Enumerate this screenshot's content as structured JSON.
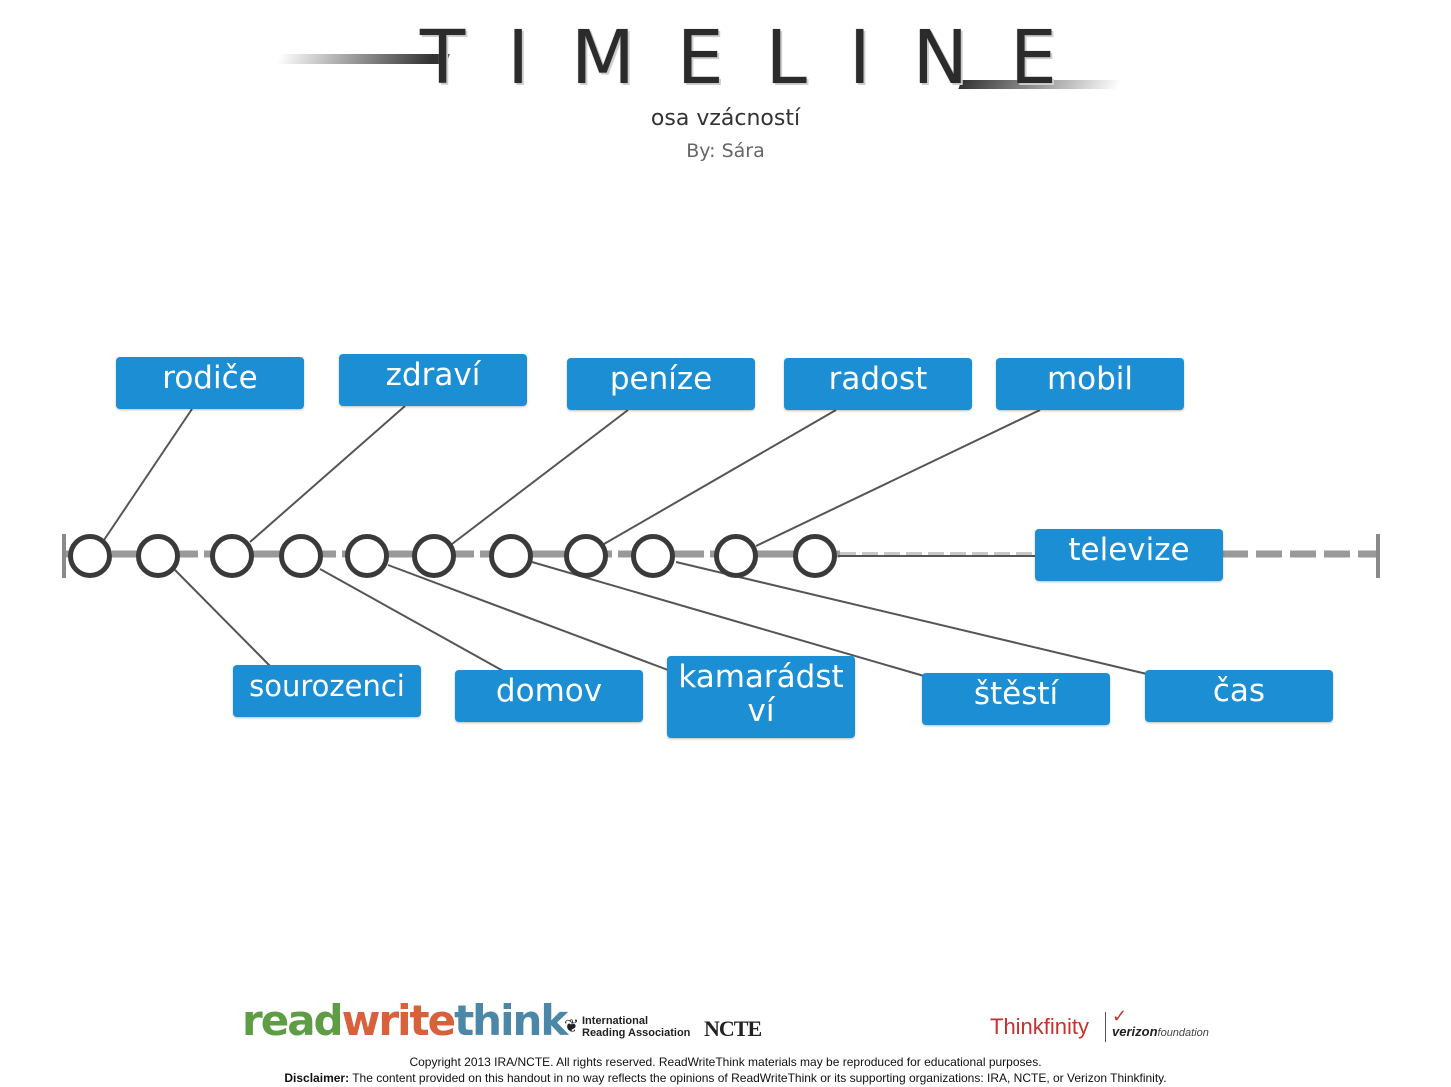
{
  "header": {
    "title": "TIMELINE",
    "subtitle": "osa vzácností",
    "byline": "By: Sára"
  },
  "timeline": {
    "events_above": [
      "rodiče",
      "zdraví",
      "peníze",
      "radost",
      "mobil"
    ],
    "event_inline": "televize",
    "events_below": [
      "sourozenci",
      "domov",
      "kamarádství",
      "štěstí",
      "čas"
    ]
  },
  "footer": {
    "rwt_read": "read",
    "rwt_write": "write",
    "rwt_think": "think",
    "ira_line1": "International",
    "ira_line2": "Reading Association",
    "ncte": "NCTE",
    "thinkfinity": "Thinkfinity",
    "verizon": "verizon",
    "verizon_foundation": "foundation",
    "copyright": "Copyright 2013 IRA/NCTE. All rights reserved. ReadWriteThink materials may be reproduced for educational purposes.",
    "disclaimer_label": "Disclaimer:",
    "disclaimer_text": " The content provided on this handout in no way reflects the opinions of ReadWriteThink or its supporting organizations: IRA, NCTE, or Verizon Thinkfinity."
  },
  "colors": {
    "event_box": "#1b8ed4",
    "circle_stroke": "#3a3a3a",
    "axis": "#999999",
    "connector": "#555555"
  }
}
